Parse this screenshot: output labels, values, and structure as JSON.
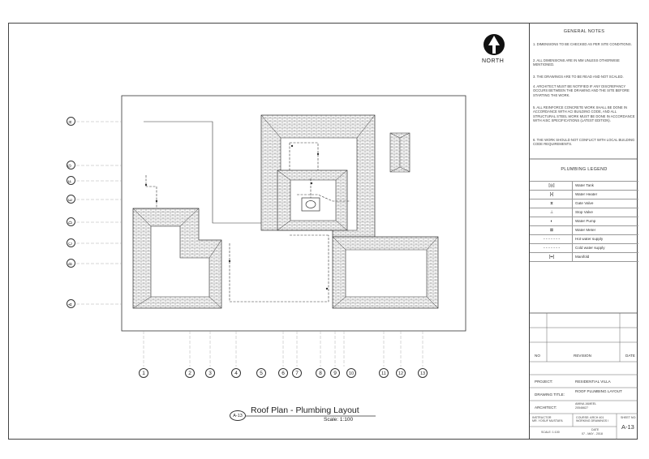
{
  "north_label": "NORTH",
  "general_notes": {
    "title": "GENERAL NOTES",
    "items": [
      "1. DIMENSIONS TO BE CHECKED AS PER SITE CONDITIONS.",
      "2. ALL DIMENSIONS ARE IN MM UNLESS OTHERWISE MENTIONED.",
      "3. THE DRAWINGS ARE TO BE READ AND NOT SCALED.",
      "4. ARCHITECT MUST BE NOTIFIED IF ANY DISCREPANCY OCCURS BETWEEN THE DRAWING AND THE SITE BEFORE STARTING THE WORK.",
      "5. ALL REINFORCE CONCRETE WORK SHALL BE DONE IN ACCORDANCE WITH ACI BUILDING CODE, AND ALL STRUCTURAL STEEL WORK MUST BE DONE IN ACCORDANCE WITH AISC SPECIFICATIONS (LATEST EDITION).",
      "6. THE WORK SHOULD NOT CONFLICT WITH LOCAL BUILDING CODE REQUIREMENTS."
    ]
  },
  "legend": {
    "title": "PLUMBING LEGEND",
    "items": [
      {
        "symbol": "[◎]",
        "label": "Water Tank"
      },
      {
        "symbol": "[▪]",
        "label": "Water Heater"
      },
      {
        "symbol": "⧖",
        "label": "Gate Valve"
      },
      {
        "symbol": "⊥",
        "label": "Stop Valve"
      },
      {
        "symbol": "◐",
        "label": "Water Pump"
      },
      {
        "symbol": "⊠",
        "label": "Water Meter"
      },
      {
        "symbol": "- - - - - - -",
        "label": "Hot water supply"
      },
      {
        "symbol": "- - - - - - -",
        "label": "Cold water supply"
      },
      {
        "symbol": "[▪▪]",
        "label": "Manifold"
      }
    ]
  },
  "revision": {
    "no_label": "NO",
    "revision_label": "REVISION",
    "date_label": "DATE"
  },
  "title_block": {
    "project_label": "PROJECT:",
    "project_value": "RESIDENTIAL VILLA",
    "drawing_title_label": "DRAWING TITLE:",
    "drawing_title_value": "ROOF PLUMBING LAYOUT",
    "architect_label": "ARCHITECT:",
    "architect_name": "AMINA JAMEEL",
    "architect_id": "20546627",
    "instructor_label": "INSTRUCTOR",
    "instructor_value": "MR. YOSUF MUSTAFA",
    "course_label": "COURSE: ARCH 401",
    "course_value": "WORKING DRAWINGS I",
    "date_label": "DATE",
    "date_value": "07 - MAY - 2018",
    "sheet_label": "SHEET NO:",
    "sheet_value": "A-13",
    "scale_label": "SCALE: 1:100"
  },
  "drawing_title": {
    "tag": "A-13",
    "title": "Roof Plan - Plumbing Layout",
    "scale": "Scale: 1:100"
  },
  "grid_columns": [
    "1",
    "2",
    "3",
    "4",
    "5",
    "6",
    "7",
    "8",
    "9",
    "10",
    "11",
    "12",
    "13"
  ],
  "grid_rows": [
    "A",
    "B",
    "C",
    "D",
    "E",
    "F",
    "G",
    "H"
  ]
}
